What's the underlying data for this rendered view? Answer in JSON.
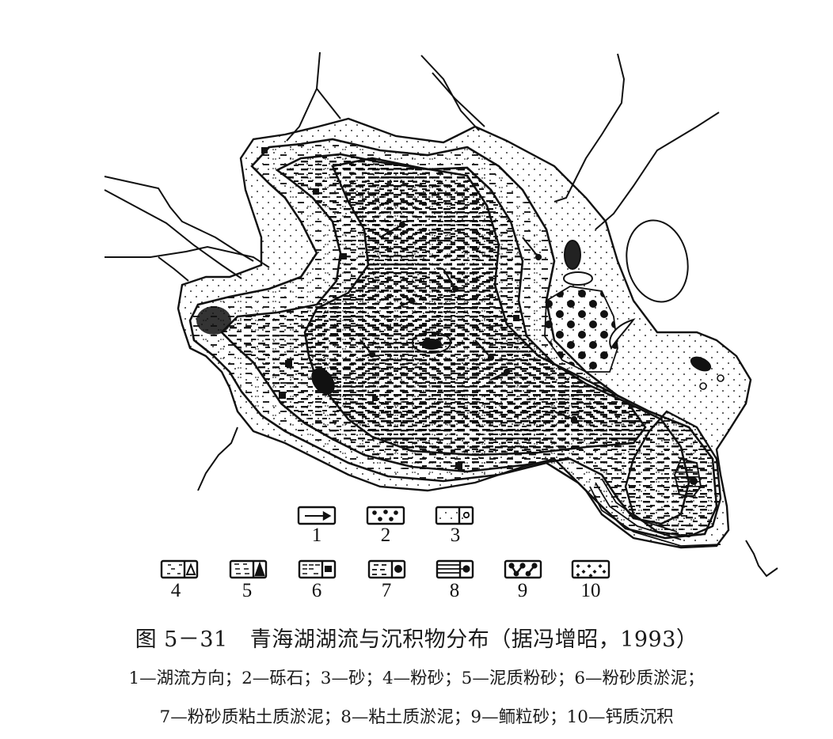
{
  "figure": {
    "number": "图 5－31",
    "title": "青海湖湖流与沉积物分布（据冯增昭，1993）",
    "subject": "Qinghai Lake currents and sediment distribution map",
    "colors": {
      "ink": "#111111",
      "paper": "#ffffff"
    }
  },
  "legend": {
    "items": [
      {
        "id": 1,
        "label": "1",
        "meaning": "湖流方向",
        "symbol": "arrow"
      },
      {
        "id": 2,
        "label": "2",
        "meaning": "砾石",
        "symbol": "large-dots"
      },
      {
        "id": 3,
        "label": "3",
        "meaning": "砂",
        "symbol": "fine-dots-circle"
      },
      {
        "id": 4,
        "label": "4",
        "meaning": "粉砂",
        "symbol": "sparse-dashes-open-triangle"
      },
      {
        "id": 5,
        "label": "5",
        "meaning": "泥质粉砂",
        "symbol": "dashes-dots-filled-triangle"
      },
      {
        "id": 6,
        "label": "6",
        "meaning": "粉砂质淤泥",
        "symbol": "dense-dashes-square"
      },
      {
        "id": 7,
        "label": "7",
        "meaning": "粉砂质粘土质淤泥",
        "symbol": "dashes-filled-circle"
      },
      {
        "id": 8,
        "label": "8",
        "meaning": "粘土质淤泥",
        "symbol": "horizontal-lines-circle"
      },
      {
        "id": 9,
        "label": "9",
        "meaning": "鲕粒砂",
        "symbol": "ooids"
      },
      {
        "id": 10,
        "label": "10",
        "meaning": "钙质沉积",
        "symbol": "diamonds"
      }
    ]
  },
  "caption": {
    "line1": "1—湖流方向；2—砾石；3—砂；4—粉砂；5—泥质粉砂；6—粉砂质淤泥；",
    "line2": "7—粉砂质粘土质淤泥；8—粘土质淤泥；9—鲕粒砂；10—钙质沉积"
  }
}
